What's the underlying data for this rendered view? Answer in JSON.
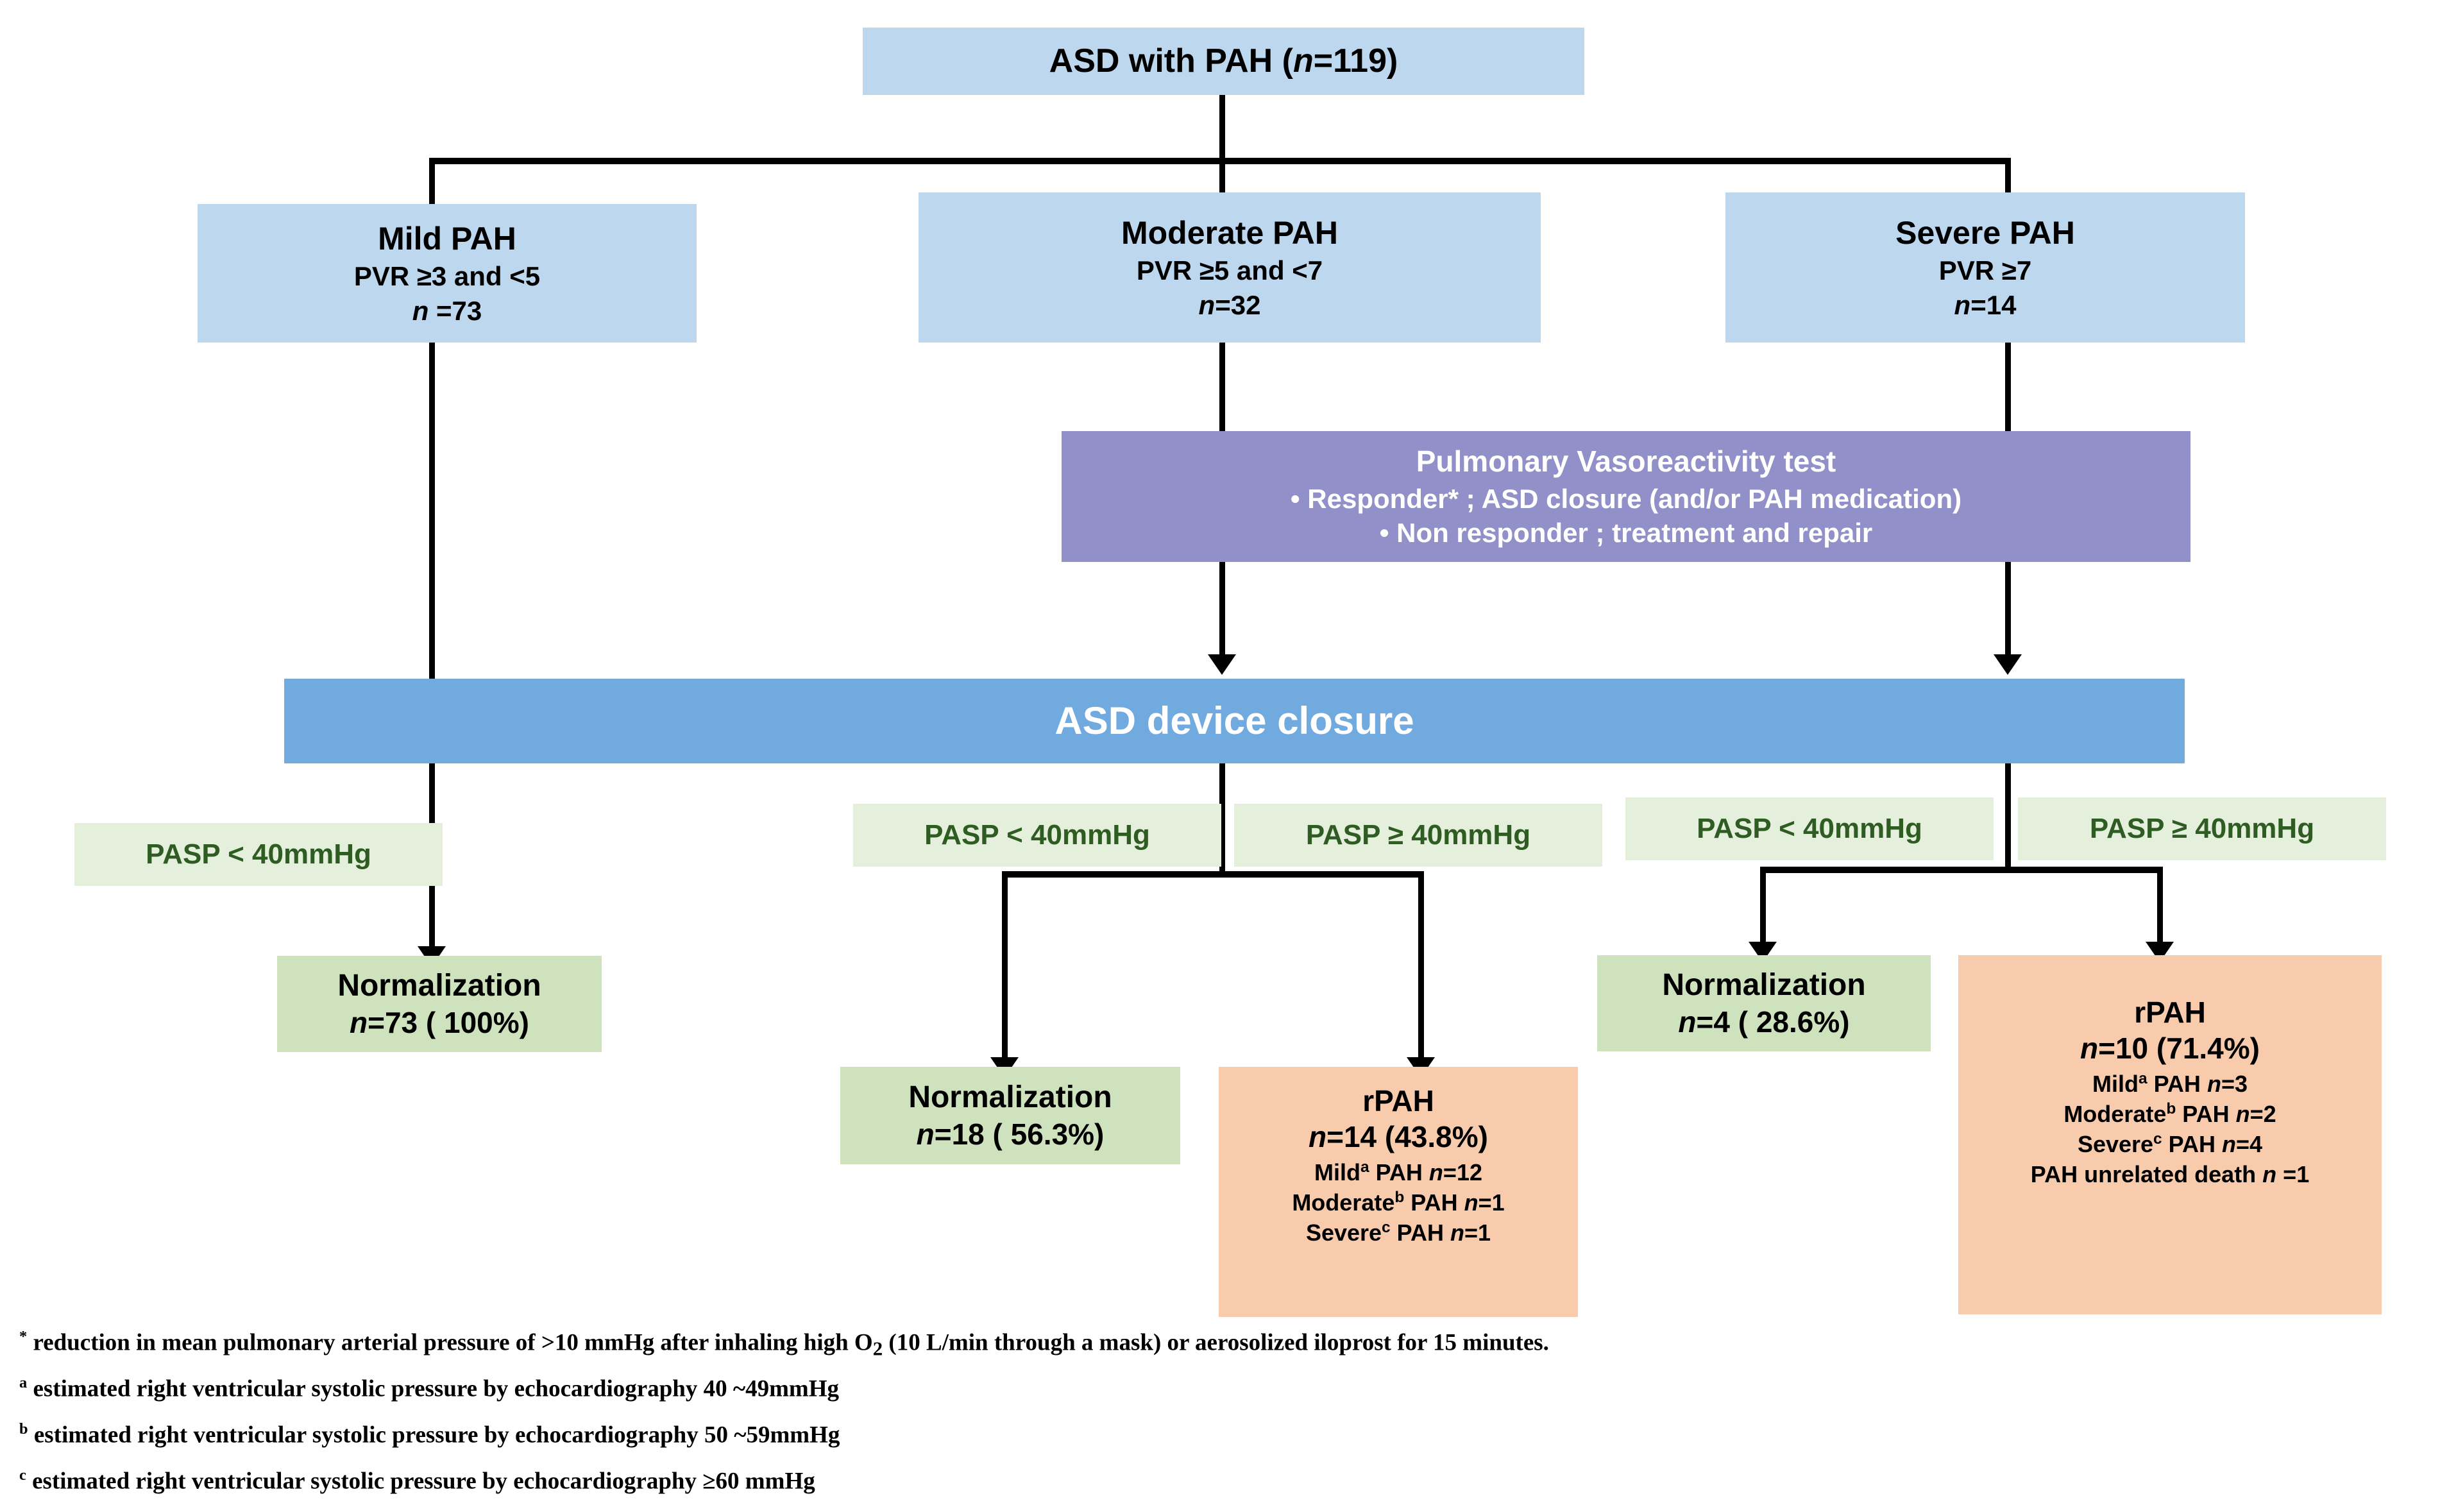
{
  "diagram": {
    "title": "ASD with PAH treatment and outcome flowchart",
    "colors": {
      "light_blue": "#bdd7ee",
      "blue_bar": "#71aade",
      "purple": "#9290c8",
      "green": "#cee3bd",
      "green_tag": "#e4efdc",
      "orange": "#f8cbad",
      "connector": "#000000"
    },
    "root": {
      "label": "ASD with PAH (",
      "n_italic": "n",
      "n_value": "=119)",
      "full_text": "ASD with PAH (n=119)"
    },
    "severity_boxes": [
      {
        "title": "Mild PAH",
        "criteria": "PVR ≥3 and <5",
        "n_label": "n",
        "n_value": " =73"
      },
      {
        "title": "Moderate PAH",
        "criteria": "PVR ≥5 and  <7",
        "n_label": "n",
        "n_value": "=32"
      },
      {
        "title": "Severe PAH",
        "criteria": "PVR ≥7",
        "n_label": "n",
        "n_value": "=14"
      }
    ],
    "vasoreactivity": {
      "title": "Pulmonary Vasoreactivity test",
      "bullets": [
        "Responder* ; ASD closure (and/or PAH medication)",
        "Non responder ; treatment and repair"
      ],
      "bullet_glyph": "•"
    },
    "device_closure": {
      "label": "ASD device closure"
    },
    "pasp_tags": [
      {
        "id": "mild-lt40",
        "text": "PASP <  40mmHg"
      },
      {
        "id": "moderate-lt40",
        "text": "PASP <  40mmHg"
      },
      {
        "id": "moderate-ge40",
        "text": "PASP ≥ 40mmHg"
      },
      {
        "id": "severe-lt40",
        "text": "PASP <  40mmHg"
      },
      {
        "id": "severe-ge40",
        "text": "PASP ≥ 40mmHg"
      }
    ],
    "outcomes": {
      "mild_normalization": {
        "title": "Normalization",
        "n_label": "n",
        "n_value": "=73 ( 100%)"
      },
      "moderate_normalization": {
        "title": "Normalization",
        "n_label": "n",
        "n_value": "=18 ( 56.3%)"
      },
      "moderate_rpah": {
        "title": "rPAH",
        "n_label": "n",
        "n_value": "=14 (43.8%)",
        "details": [
          {
            "severity": "Mild",
            "sup": "a",
            "tail": " PAH ",
            "n_label": "n",
            "n_value": "=12"
          },
          {
            "severity": "Moderate",
            "sup": "b",
            "tail": " PAH ",
            "n_label": "n",
            "n_value": "=1"
          },
          {
            "severity": "Severe",
            "sup": "c",
            "tail": " PAH ",
            "n_label": "n",
            "n_value": "=1"
          }
        ]
      },
      "severe_normalization": {
        "title": "Normalization",
        "n_label": "n",
        "n_value": "=4 ( 28.6%)"
      },
      "severe_rpah": {
        "title": "rPAH",
        "n_label": "n",
        "n_value": "=10 (71.4%)",
        "details": [
          {
            "severity": "Mild",
            "sup": "a",
            "tail": " PAH ",
            "n_label": "n",
            "n_value": "=3"
          },
          {
            "severity": "Moderate",
            "sup": "b",
            "tail": " PAH ",
            "n_label": "n",
            "n_value": "=2"
          },
          {
            "severity": "Severe",
            "sup": "c",
            "tail": " PAH ",
            "n_label": "n",
            "n_value": "=4"
          }
        ],
        "death_line": "PAH unrelated death ",
        "death_n_label": "n",
        "death_n_value": " =1"
      }
    },
    "footnotes": [
      {
        "marker": "*",
        "text_before": " reduction in mean pulmonary arterial pressure of >10 mmHg after inhaling high O",
        "sub": "2",
        "text_after": " (10 L/min through a mask) or aerosolized iloprost for 15 minutes."
      },
      {
        "marker": "a",
        "text_before": " estimated right ventricular systolic pressure by echocardiography 40 ~49mmHg",
        "sub": "",
        "text_after": ""
      },
      {
        "marker": "b",
        "text_before": " estimated right ventricular systolic pressure by echocardiography 50 ~59mmHg",
        "sub": "",
        "text_after": ""
      },
      {
        "marker": "c",
        "text_before": " estimated right ventricular systolic pressure by echocardiography ≥60 mmHg",
        "sub": "",
        "text_after": ""
      }
    ]
  }
}
